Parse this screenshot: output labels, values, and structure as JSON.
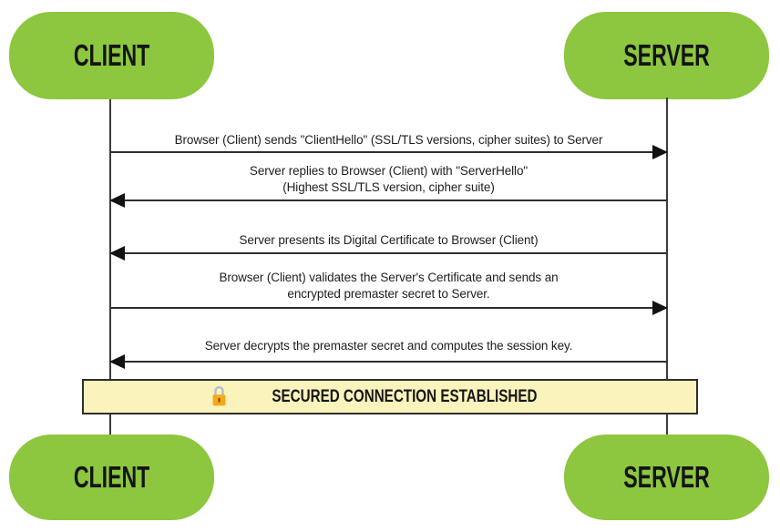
{
  "actors": {
    "client": "CLIENT",
    "server": "SERVER"
  },
  "messages": [
    {
      "text": "Browser (Client) sends \"ClientHello\" (SSL/TLS versions, cipher suites) to Server",
      "from": "client",
      "to": "server",
      "direction": "right"
    },
    {
      "text": "Server replies to Browser (Client) with \"ServerHello\"\n(Highest SSL/TLS version, cipher suite)",
      "from": "server",
      "to": "client",
      "direction": "left"
    },
    {
      "text": "Server presents its Digital Certificate to Browser (Client)",
      "from": "server",
      "to": "client",
      "direction": "left"
    },
    {
      "text": "Browser (Client) validates the Server's Certificate and sends an\nencrypted premaster secret to Server.",
      "from": "client",
      "to": "server",
      "direction": "right"
    },
    {
      "text": "Server decrypts the premaster secret and computes the session key.",
      "from": "server",
      "to": "client",
      "direction": "left"
    }
  ],
  "banner": {
    "label": "SECURED CONNECTION ESTABLISHED",
    "icon": "lock-icon"
  },
  "colors": {
    "actor_fill": "#8DC63F",
    "banner_fill": "#FBF3BC",
    "line": "#2E2E2E",
    "lock_body": "#F7A71B",
    "lock_shackle": "#B9C0C6"
  }
}
